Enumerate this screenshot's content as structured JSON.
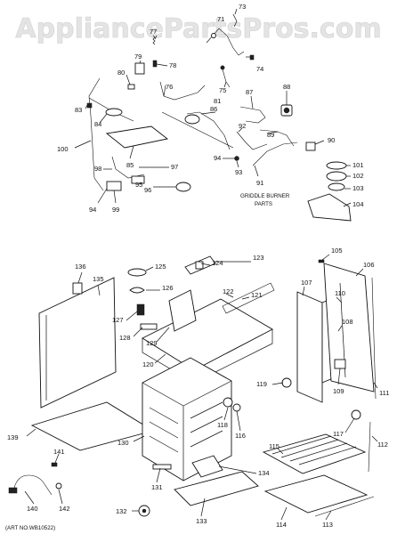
{
  "watermark": "AppliancePartsPros.com",
  "art_number": "(ART NO.WB10522)",
  "griddle_caption": [
    "GRIDDLE BURNER",
    "PARTS"
  ],
  "labels": {
    "l73": "73",
    "l71": "71",
    "l77": "77",
    "l79": "79",
    "l78": "78",
    "l74": "74",
    "l80": "80",
    "l76": "76",
    "l75": "75",
    "l88": "88",
    "l87": "87",
    "l81": "81",
    "l83": "83",
    "l84": "84",
    "l86": "86",
    "l92": "92",
    "l89": "89",
    "l90": "90",
    "l85": "85",
    "l100": "100",
    "l94a": "94",
    "l93": "93",
    "l101": "101",
    "l102": "102",
    "l98": "98",
    "l97": "97",
    "l95": "95",
    "l103": "103",
    "l96": "96",
    "l91": "91",
    "l94b": "94",
    "l99": "99",
    "l104": "104",
    "l105": "105",
    "l106": "106",
    "l136": "136",
    "l135": "135",
    "l125": "125",
    "l124": "124",
    "l123": "123",
    "l107": "107",
    "l110": "110",
    "l126": "126",
    "l122": "122",
    "l121": "121",
    "l127": "127",
    "l108": "108",
    "l128": "128",
    "l129": "129",
    "l120": "120",
    "l119": "119",
    "l109": "109",
    "l111": "111",
    "l118": "118",
    "l116": "116",
    "l139": "139",
    "l130": "130",
    "l117": "117",
    "l112": "112",
    "l141": "141",
    "l134": "134",
    "l115": "115",
    "l131": "131",
    "l140": "140",
    "l142": "142",
    "l132": "132",
    "l133": "133",
    "l114": "114",
    "l113": "113"
  }
}
